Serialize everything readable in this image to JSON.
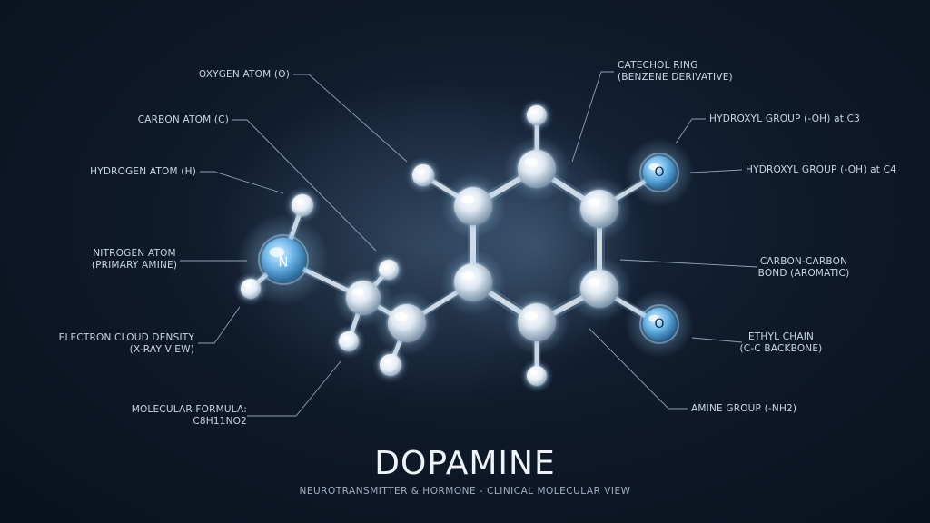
{
  "title": "DOPAMINE",
  "subtitle": "NEUROTRANSMITTER & HORMONE - CLINICAL MOLECULAR VIEW",
  "atom_symbols": {
    "nitrogen": "N",
    "oxygen": "O"
  },
  "labels": {
    "oxygen_atom": "OXYGEN ATOM (O)",
    "carbon_atom": "CARBON ATOM (C)",
    "hydrogen_atom": "HYDROGEN ATOM (H)",
    "nitrogen_atom": [
      "NITROGEN ATOM",
      "(PRIMARY AMINE)"
    ],
    "electron_cloud": [
      "ELECTRON CLOUD DENSITY",
      "(X-RAY VIEW)"
    ],
    "molecular_formula": [
      "MOLECULAR FORMULA:",
      "C8H11NO2"
    ],
    "catechol_ring": [
      "CATECHOL RING",
      "(BENZENE DERIVATIVE)"
    ],
    "hydroxyl_c3": "HYDROXYL GROUP (-OH) at C3",
    "hydroxyl_c4": "HYDROXYL GROUP (-OH) at C4",
    "carbon_bond": [
      "CARBON-CARBON",
      "BOND (AROMATIC)"
    ],
    "ethyl_chain": [
      "ETHYL CHAIN",
      "(C-C BACKBONE)"
    ],
    "amine_group": "AMINE GROUP (-NH2)"
  },
  "colors": {
    "background": "#0f1a2a",
    "atom_glow": "#bcd9f2",
    "heteroatom": "#5aa9e0",
    "leader_line": "#8fa3b8"
  }
}
